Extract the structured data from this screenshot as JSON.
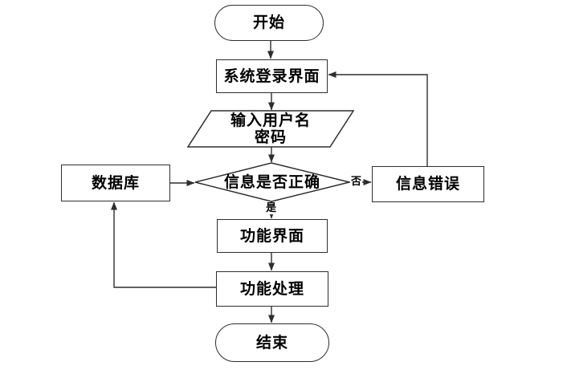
{
  "flowchart": {
    "nodes": {
      "start": {
        "label": "开始",
        "type": "terminator"
      },
      "login": {
        "label": "系统登录界面",
        "type": "process"
      },
      "input": {
        "line1": "输入用户名",
        "line2": "密码",
        "type": "input-output"
      },
      "decision": {
        "label": "信息是否正确",
        "type": "decision"
      },
      "database": {
        "label": "数据库",
        "type": "process"
      },
      "error": {
        "label": "信息错误",
        "type": "process"
      },
      "function_ui": {
        "label": "功能界面",
        "type": "process"
      },
      "function_process": {
        "label": "功能处理",
        "type": "process"
      },
      "end": {
        "label": "结束",
        "type": "terminator"
      }
    },
    "edge_labels": {
      "yes": "是",
      "no": "否"
    },
    "colors": {
      "line": "#2e2e2e",
      "node_fill": "#ffffff",
      "text": "#000000",
      "background": "#ffffff"
    }
  }
}
